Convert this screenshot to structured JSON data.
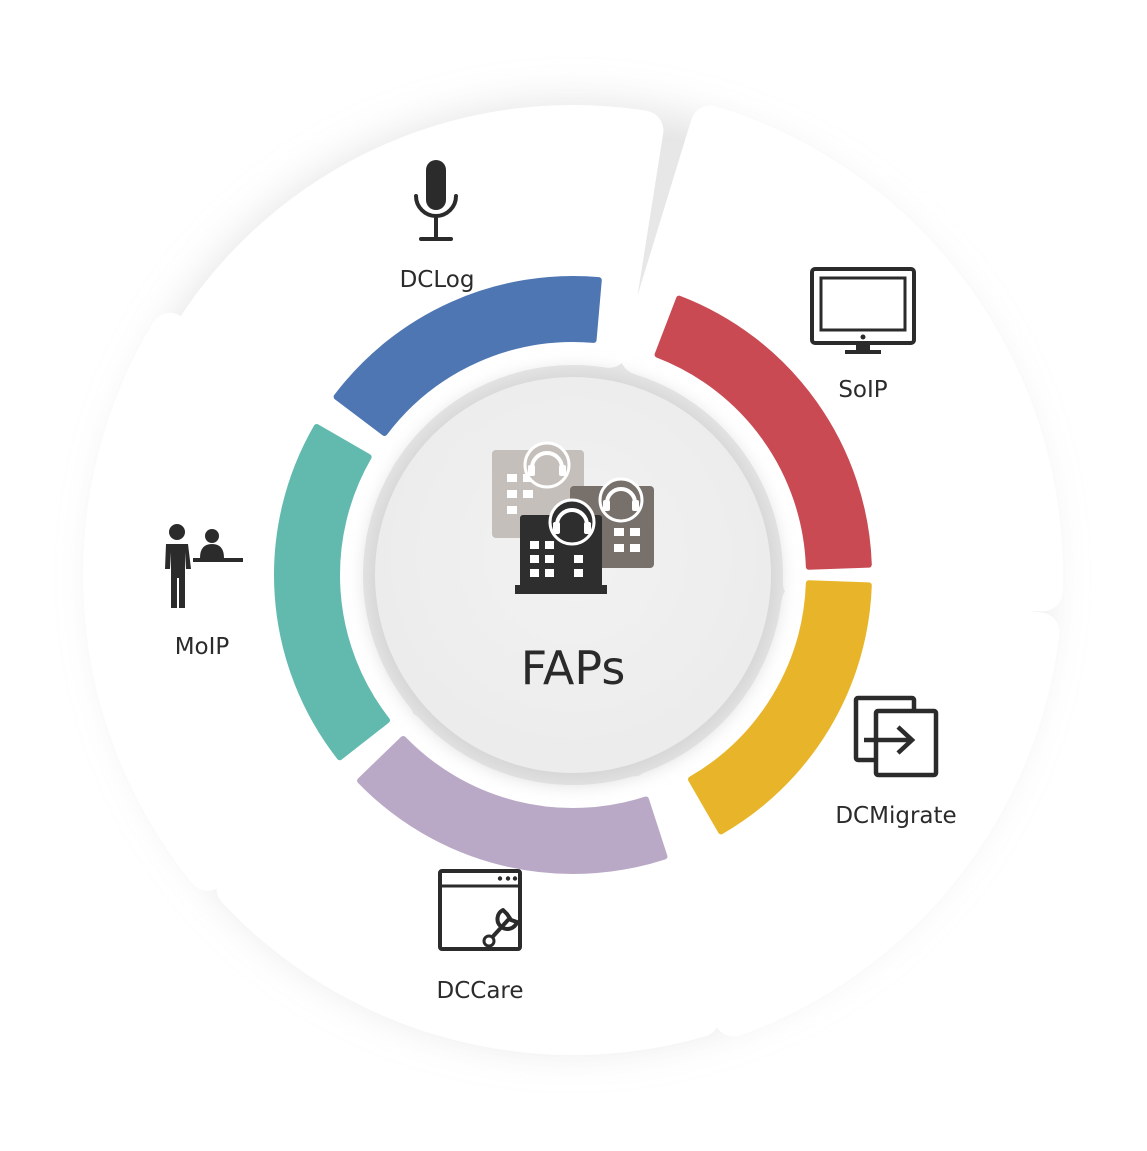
{
  "center": {
    "title": "FAPs",
    "icon": "call-center-buildings-icon"
  },
  "segments": [
    {
      "id": "dclog",
      "label": "DCLog",
      "icon": "microphone-icon",
      "color": "#4E76B3"
    },
    {
      "id": "soip",
      "label": "SoIP",
      "icon": "monitor-icon",
      "color": "#C94A52"
    },
    {
      "id": "dcmigrate",
      "label": "DCMigrate",
      "icon": "migrate-arrow-icon",
      "color": "#E8B52A"
    },
    {
      "id": "dccare",
      "label": "DCCare",
      "icon": "window-wrench-icon",
      "color": "#B9A9C6"
    },
    {
      "id": "moip",
      "label": "MoIP",
      "icon": "reception-desk-icon",
      "color": "#62BAAE"
    }
  ]
}
